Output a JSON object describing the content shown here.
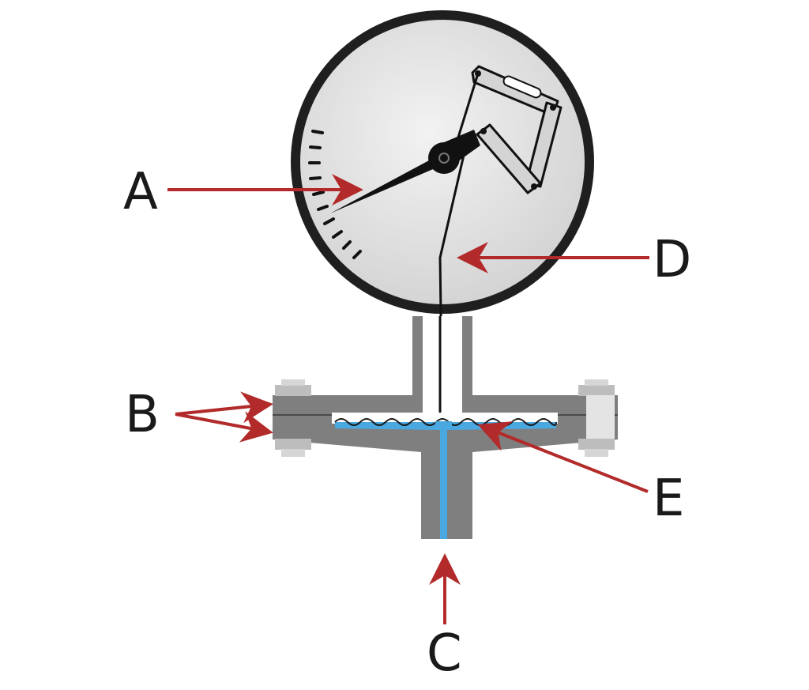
{
  "labels": {
    "a": "A",
    "b": "B",
    "c": "C",
    "d": "D",
    "e": "E"
  },
  "colors": {
    "arrow": "#b22a2a",
    "fluid": "#4aa8e0",
    "body": "#7f7f7f",
    "bolt": "#bdbdbd",
    "bezel": "#1f1f1f",
    "dial": "#e6e6e6",
    "linkage": "#cfcfcf",
    "needle": "#111111"
  }
}
